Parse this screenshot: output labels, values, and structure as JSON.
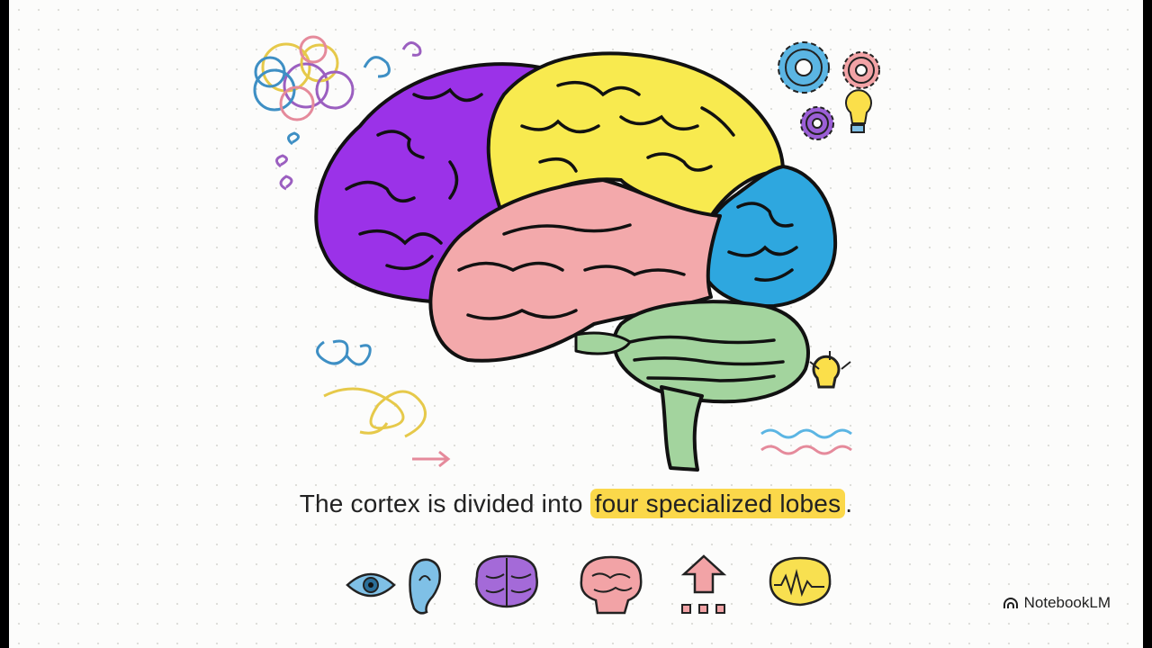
{
  "caption": {
    "prefix": "The cortex is divided into ",
    "highlight": "four specialized lobes",
    "suffix": "."
  },
  "brand": {
    "name": "NotebookLM",
    "logo_icon": "notebooklm-logo-icon"
  },
  "colors": {
    "frontal": "#9b32e8",
    "parietal": "#f8ea4f",
    "temporal": "#f3a9ab",
    "occipital": "#2ea7df",
    "cerebellum": "#a3d49e",
    "highlight": "#fbd84a"
  },
  "icons": [
    "eye-icon",
    "ear-icon",
    "purple-brain-icon",
    "pink-brain-icon",
    "upload-arrow-icon",
    "yellow-brain-icon"
  ]
}
